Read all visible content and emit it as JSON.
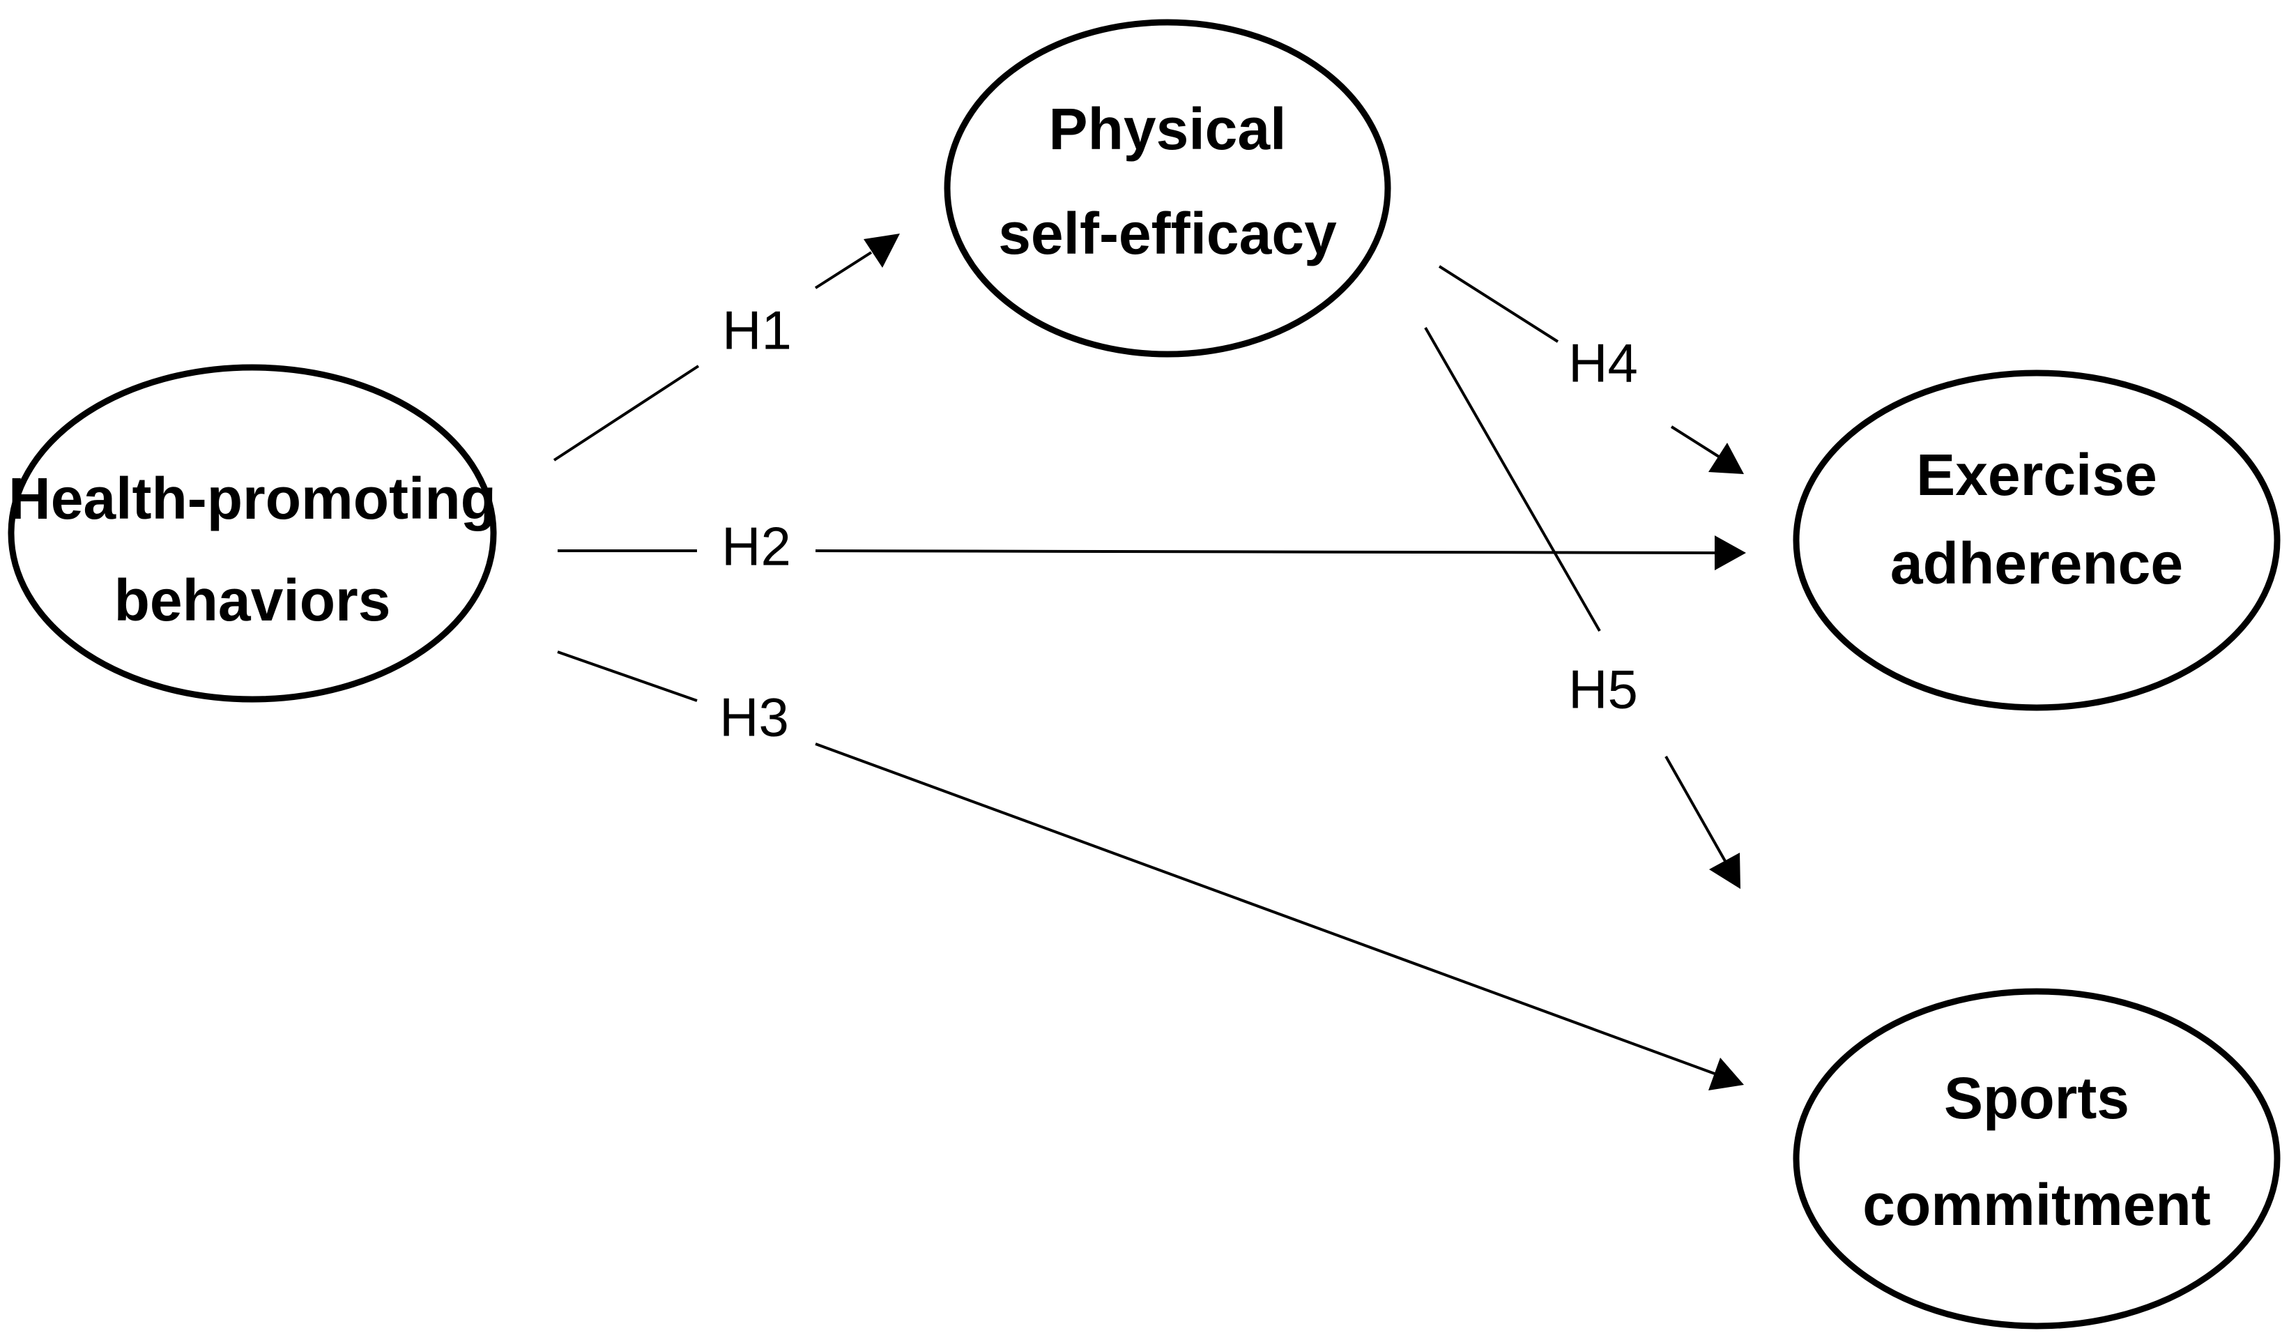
{
  "nodes": {
    "health": {
      "lines": [
        "Health-promoting",
        "behaviors"
      ]
    },
    "physical": {
      "lines": [
        "Physical",
        "self-efficacy"
      ]
    },
    "exercise": {
      "lines": [
        "Exercise",
        "adherence"
      ]
    },
    "sports": {
      "lines": [
        "Sports",
        "commitment"
      ]
    }
  },
  "edges": {
    "h1": {
      "label": "H1",
      "from": "Health-promoting behaviors",
      "to": "Physical self-efficacy"
    },
    "h2": {
      "label": "H2",
      "from": "Health-promoting behaviors",
      "to": "Exercise adherence"
    },
    "h3": {
      "label": "H3",
      "from": "Health-promoting behaviors",
      "to": "Sports commitment"
    },
    "h4": {
      "label": "H4",
      "from": "Physical self-efficacy",
      "to": "Exercise adherence"
    },
    "h5": {
      "label": "H5",
      "from": "Physical self-efficacy",
      "to": "Sports commitment"
    }
  }
}
